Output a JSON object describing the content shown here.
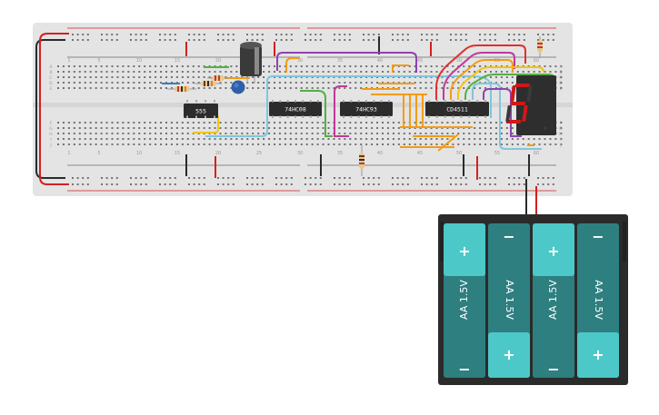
{
  "breadboard": {
    "column_labels": [
      "1",
      "5",
      "10",
      "15",
      "20",
      "25",
      "30",
      "35",
      "40",
      "45",
      "50",
      "55",
      "60"
    ],
    "row_labels_top": [
      "A",
      "B",
      "C",
      "D",
      "E"
    ],
    "row_labels_bottom": [
      "F",
      "G",
      "H",
      "I",
      "J"
    ]
  },
  "chips": {
    "timer": "555",
    "and_gate": "74HC08",
    "counter": "74HC93",
    "decoder": "CD4511"
  },
  "display": {
    "digit": "5",
    "segment_color": "#d01818"
  },
  "battery": {
    "cells": [
      {
        "label": "AA 1.5V",
        "top_sign": "+",
        "bottom_sign": "−"
      },
      {
        "label": "AA 1.5V",
        "top_sign": "−",
        "bottom_sign": "+"
      },
      {
        "label": "AA 1.5V",
        "top_sign": "+",
        "bottom_sign": "−"
      },
      {
        "label": "AA 1.5V",
        "top_sign": "−",
        "bottom_sign": "+"
      }
    ]
  },
  "colors": {
    "board": "#e4e4e4",
    "rail_red": "#d42020",
    "rail_blue": "#2a2a2a",
    "chip": "#2c2c2c",
    "battery_cell": "#2e7f80",
    "battery_cap": "#4cc8c8",
    "wire_purple": "#8e44ad",
    "wire_orange": "#f39c12",
    "wire_green": "#52b043",
    "wire_lightblue": "#7fc6dc",
    "wire_yellow": "#f1c40f",
    "wire_magenta": "#c0399a",
    "wire_red": "#e03030"
  }
}
